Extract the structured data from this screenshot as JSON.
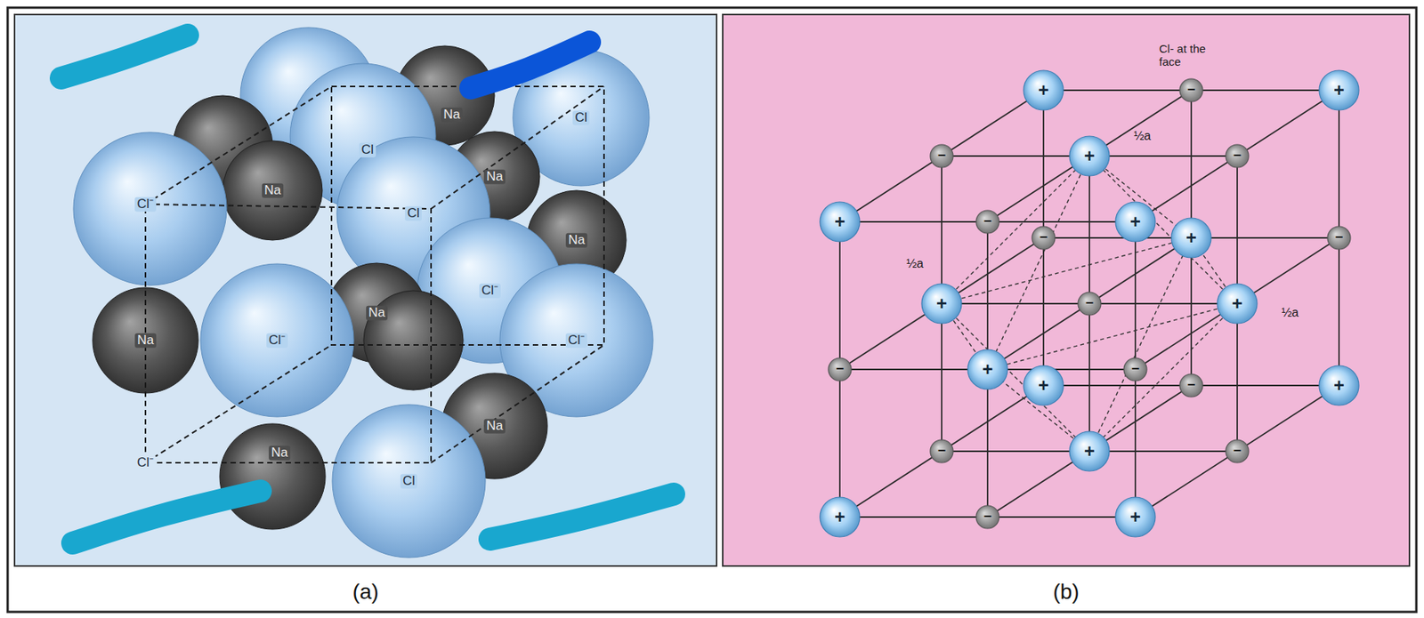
{
  "diagram": {
    "nodes": [
      {
        "text": [
          "(a)"
        ]
      },
      {
        "text": [
          "(b)"
        ]
      }
    ],
    "labels": [
      "Na",
      "Cl",
      "Na",
      "Cl",
      "Na",
      "Cl⁻",
      "Cl",
      "Na",
      "Cl⁻",
      "Na",
      "Na",
      "Cl⁻",
      "Cl⁻",
      "Na",
      "Na",
      "Cl",
      "Cl⁻",
      "Cl- at the face",
      "½a",
      "½a",
      "½a",
      "+",
      "−",
      "+",
      "−",
      "+",
      "−",
      "+",
      "−",
      "+",
      "−",
      "+",
      "−",
      "+",
      "−",
      "+",
      "−",
      "+",
      "−",
      "+",
      "−",
      "+",
      "−",
      "+",
      "−",
      "+",
      "−",
      "+"
    ]
  }
}
